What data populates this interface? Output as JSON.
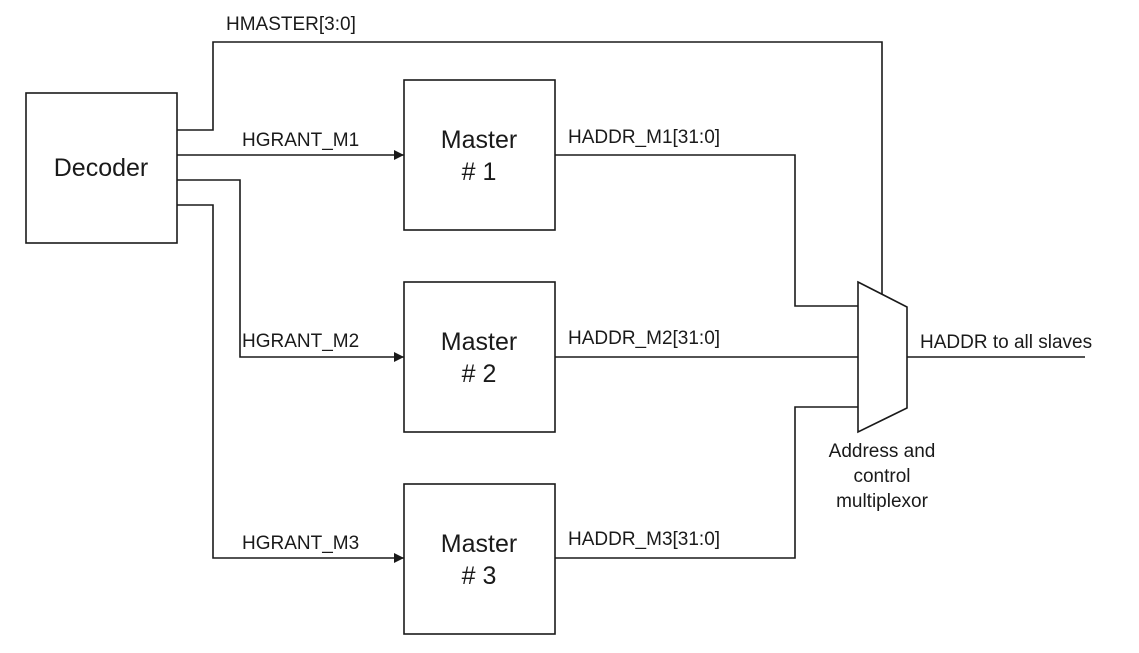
{
  "decoder": {
    "label": "Decoder"
  },
  "masters": [
    {
      "line1": "Master",
      "line2": "# 1",
      "grant": "HGRANT_M1",
      "addr": "HADDR_M1[31:0]"
    },
    {
      "line1": "Master",
      "line2": "# 2",
      "grant": "HGRANT_M2",
      "addr": "HADDR_M2[31:0]"
    },
    {
      "line1": "Master",
      "line2": "# 3",
      "grant": "HGRANT_M3",
      "addr": "HADDR_M3[31:0]"
    }
  ],
  "hmaster": {
    "label": "HMASTER[3:0]"
  },
  "mux": {
    "caption_line1": "Address and",
    "caption_line2": "control",
    "caption_line3": "multiplexor"
  },
  "output": {
    "label": "HADDR to all slaves"
  }
}
